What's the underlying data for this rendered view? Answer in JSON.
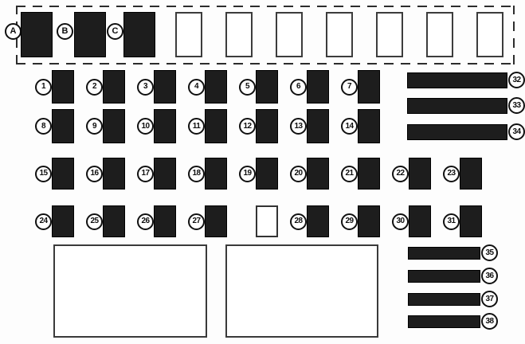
{
  "diagram": {
    "kind": "fuse-box-layout",
    "relay_strip": {
      "relays": [
        {
          "label": "A"
        },
        {
          "label": "B"
        },
        {
          "label": "C"
        }
      ],
      "empty_slot_count": 7
    },
    "fuse_rows": [
      {
        "fuses": [
          "1",
          "2",
          "3",
          "4",
          "5",
          "6",
          "7"
        ]
      },
      {
        "fuses": [
          "8",
          "9",
          "10",
          "11",
          "12",
          "13",
          "14"
        ]
      },
      {
        "fuses": [
          "15",
          "16",
          "17",
          "18",
          "19",
          "20",
          "21",
          "22",
          "23"
        ]
      },
      {
        "fuses": [
          "24",
          "25",
          "26",
          "27",
          "",
          "28",
          "29",
          "30",
          "31"
        ]
      }
    ],
    "wide_bars": [
      "32",
      "33",
      "34"
    ],
    "narrow_bars": [
      "35",
      "36",
      "37",
      "38"
    ],
    "colors": {
      "fuse_fill": "#1d1d1d",
      "outline": "#333333",
      "background": "#ffffff"
    }
  }
}
